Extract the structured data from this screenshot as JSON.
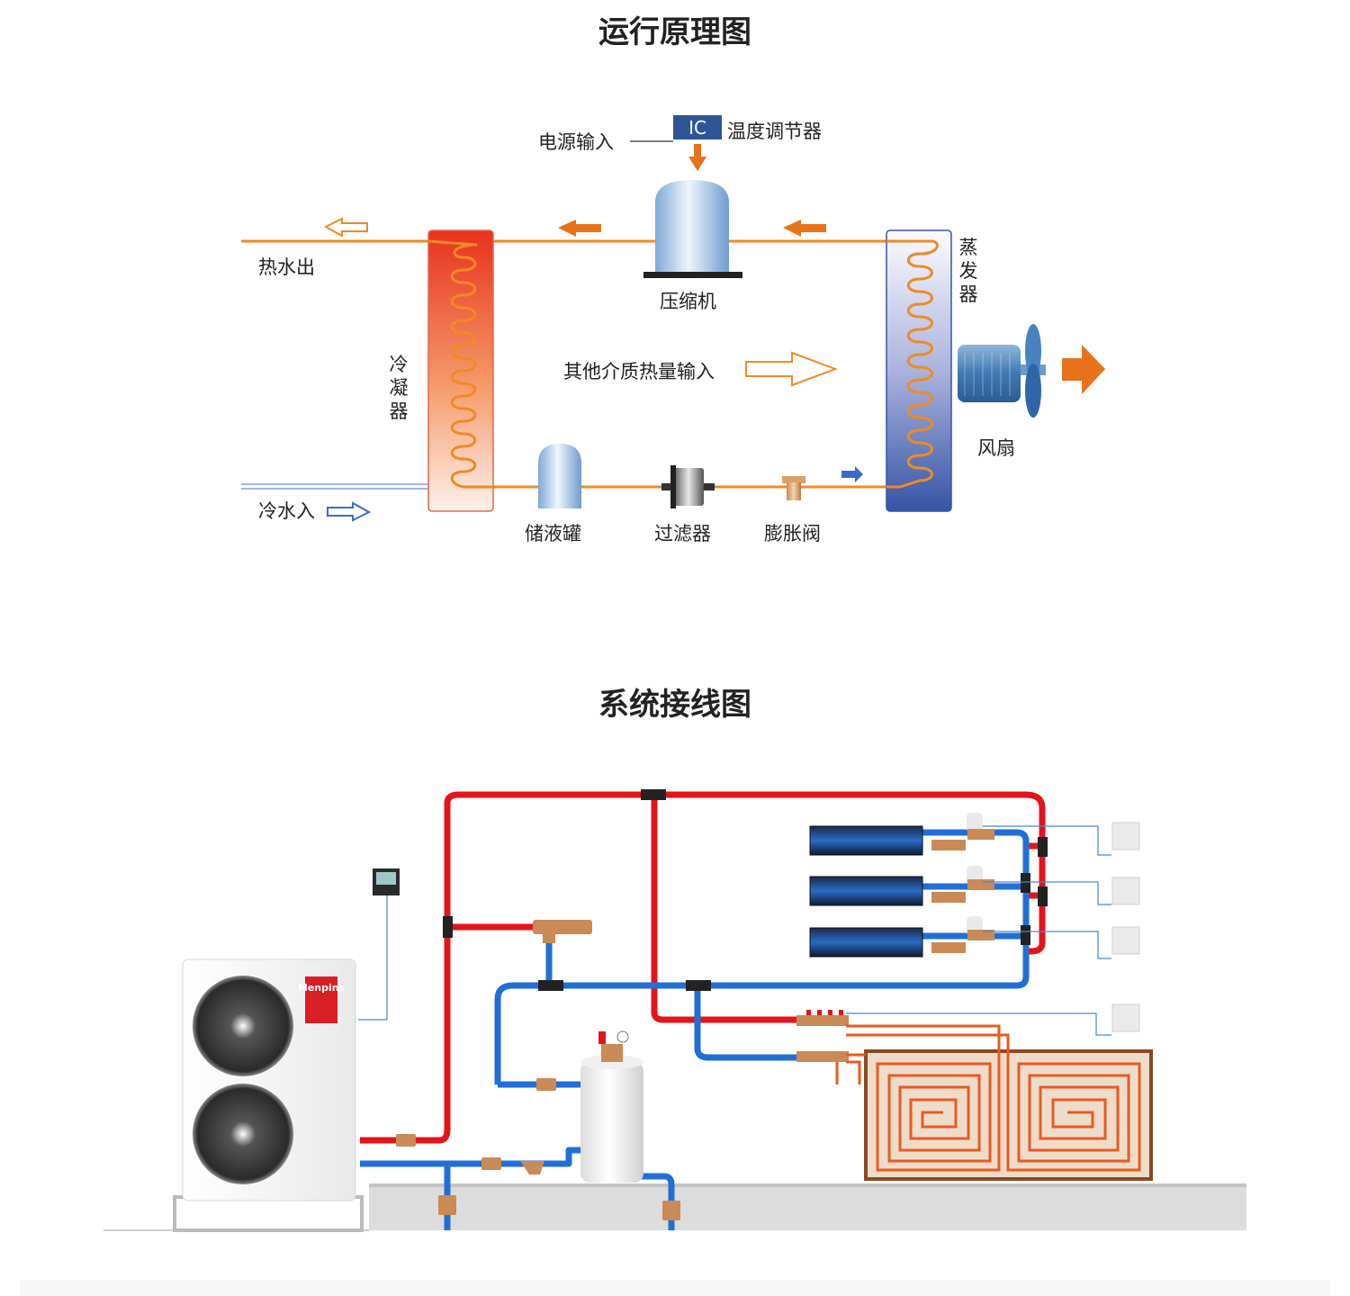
{
  "section1": {
    "title": "运行原理图",
    "labels": {
      "power_input": "电源输入",
      "ic_badge": "IC",
      "thermostat": "温度调节器",
      "hot_water_out": "热水出",
      "compressor": "压缩机",
      "evaporator": "蒸发器",
      "condenser": "冷凝器",
      "other_heat_input": "其他介质热量输入",
      "fan": "风扇",
      "cold_water_in": "冷水入",
      "receiver": "储液罐",
      "filter": "过滤器",
      "expansion_valve": "膨胀阀"
    },
    "colors": {
      "hot_pipe": "#f08a24",
      "condenser_top": "#e8321e",
      "evaporator_bottom": "#3654a6",
      "cold_pipe": "#3a6cc7",
      "arrow_orange": "#e8721a",
      "ic_badge": "#2f5597"
    }
  },
  "section2": {
    "title": "系统接线图",
    "labels": {
      "brand_logo": "Menpins"
    },
    "colors": {
      "supply_pipe": "#e3141b",
      "return_pipe": "#1f6fd6",
      "floor_heating_pipe": "#ea5a1e",
      "ground": "#dcdcdc"
    }
  }
}
